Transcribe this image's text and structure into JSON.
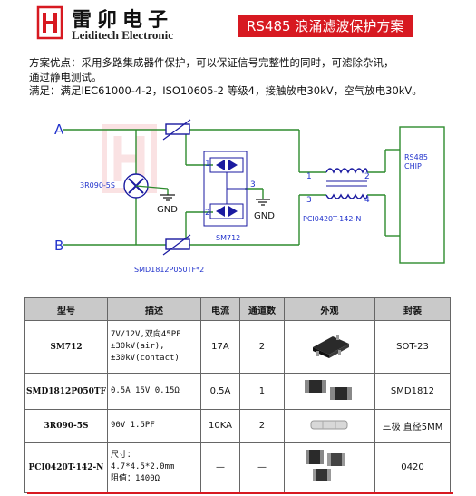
{
  "brand": {
    "name_cn": "雷卯电子",
    "name_en": "Leiditech Electronic",
    "color": "#d71921"
  },
  "title": "RS485 浪涌滤波保护方案",
  "description": {
    "line1": "方案优点：采用多路集成器件保护，可以保证信号完整性的同时，可滤除杂讯，",
    "line2": "通过静电测试。",
    "line3": "满足：满足IEC61000-4-2，ISO10605-2 等级4，接触放电30kV，空气放电30kV。"
  },
  "diagram": {
    "line_a": "A",
    "line_b": "B",
    "gdt": "3R090-5S",
    "tvs_pair": "SMD1812P050TF*2",
    "array": "SM712",
    "choke": "PCI0420T-142-N",
    "chip_line1": "RS485",
    "chip_line2": "CHIP",
    "gnd": "GND",
    "pin1": "1",
    "pin2": "2",
    "pin3": "3",
    "pin4": "4"
  },
  "table": {
    "headers": [
      "型号",
      "描述",
      "电流",
      "通道数",
      "外观",
      "封装"
    ],
    "rows": [
      {
        "model": "SM712",
        "desc": [
          "7V/12V,双向45PF",
          "±30kV(air),",
          "±30kV(contact)"
        ],
        "current": "17A",
        "channels": "2",
        "package": "SOT-23"
      },
      {
        "model": "SMD1812P050TF",
        "desc": [
          "0.5A 15V 0.15Ω"
        ],
        "current": "0.5A",
        "channels": "1",
        "package": "SMD1812"
      },
      {
        "model": "3R090-5S",
        "desc": [
          "90V 1.5PF"
        ],
        "current": "10KA",
        "channels": "2",
        "package": "三极 直径5MM"
      },
      {
        "model": "PCI0420T-142-N",
        "desc": [
          "尺寸：",
          "4.7*4.5*2.0mm",
          "阻值：1400Ω"
        ],
        "current": "—",
        "channels": "—",
        "package": "0420"
      }
    ]
  },
  "colors": {
    "wire": "#2e8b2e",
    "component": "#1a1aa0",
    "label": "#2233cc"
  }
}
